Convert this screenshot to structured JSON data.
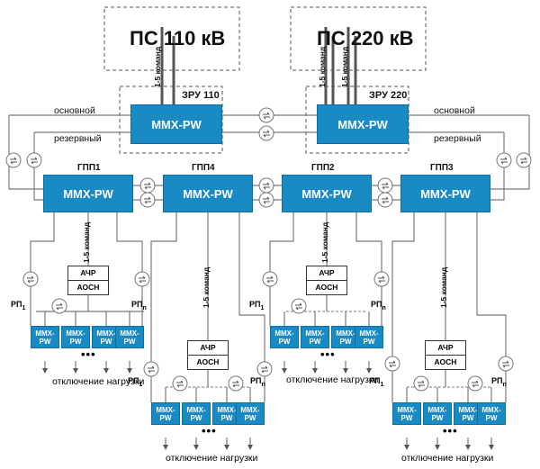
{
  "substations": [
    {
      "name": "ПС 110 кВ",
      "switchgear": "ЗРУ 110"
    },
    {
      "name": "ПС 220 кВ",
      "switchgear": "ЗРУ 220"
    }
  ],
  "device_label": "MMX-PW",
  "device_small": {
    "line1": "MMX-",
    "line2": "PW"
  },
  "links": {
    "main": "основной",
    "reserve": "резервный"
  },
  "commands_label": "1-5 команд",
  "nodes": [
    "ГПП1",
    "ГПП4",
    "ГПП2",
    "ГПП3"
  ],
  "protection": {
    "line1": "АЧР",
    "line2": "АОСН"
  },
  "rp": {
    "prefix": "РП",
    "first": "1",
    "last": "n"
  },
  "ellipsis": "•••",
  "load_shedding": "отключение нагрузки"
}
